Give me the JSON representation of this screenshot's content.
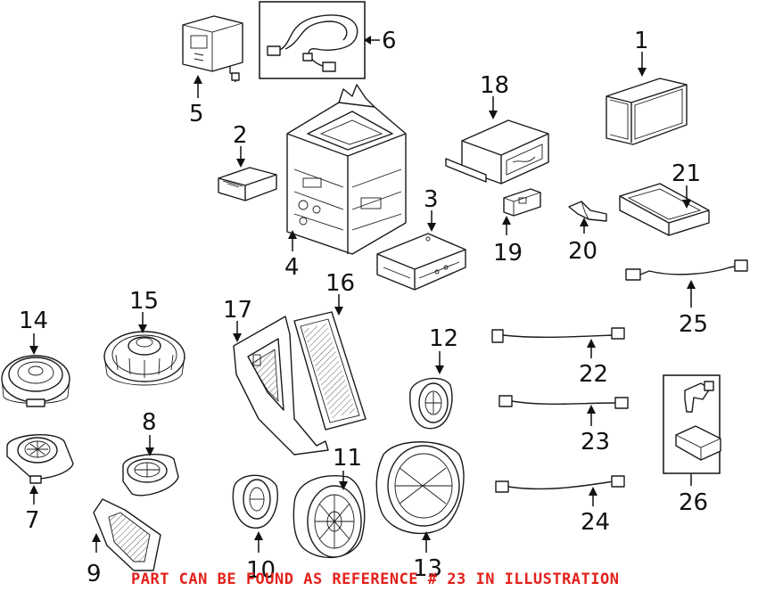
{
  "labels": {
    "p1": "1",
    "p2": "2",
    "p4": "4",
    "p5": "5",
    "p6": "6",
    "p7": "7",
    "p8": "8",
    "p9": "9",
    "p10": "10",
    "p11": "11",
    "p12": "12",
    "p13": "13",
    "p14": "14",
    "p15": "15",
    "p16": "16",
    "p17": "17",
    "p18": "18",
    "p19": "19",
    "p20": "20",
    "p21": "21",
    "p22": "22",
    "p23": "23",
    "p24": "24",
    "p25": "25",
    "p26": "26",
    "p3": "3"
  },
  "note": "PART CAN BE FOUND AS REFERENCE # 23 IN ILLUSTRATION",
  "colors": {
    "note": "#e3211b",
    "line": "#1a1a1a",
    "background": "#ffffff"
  }
}
